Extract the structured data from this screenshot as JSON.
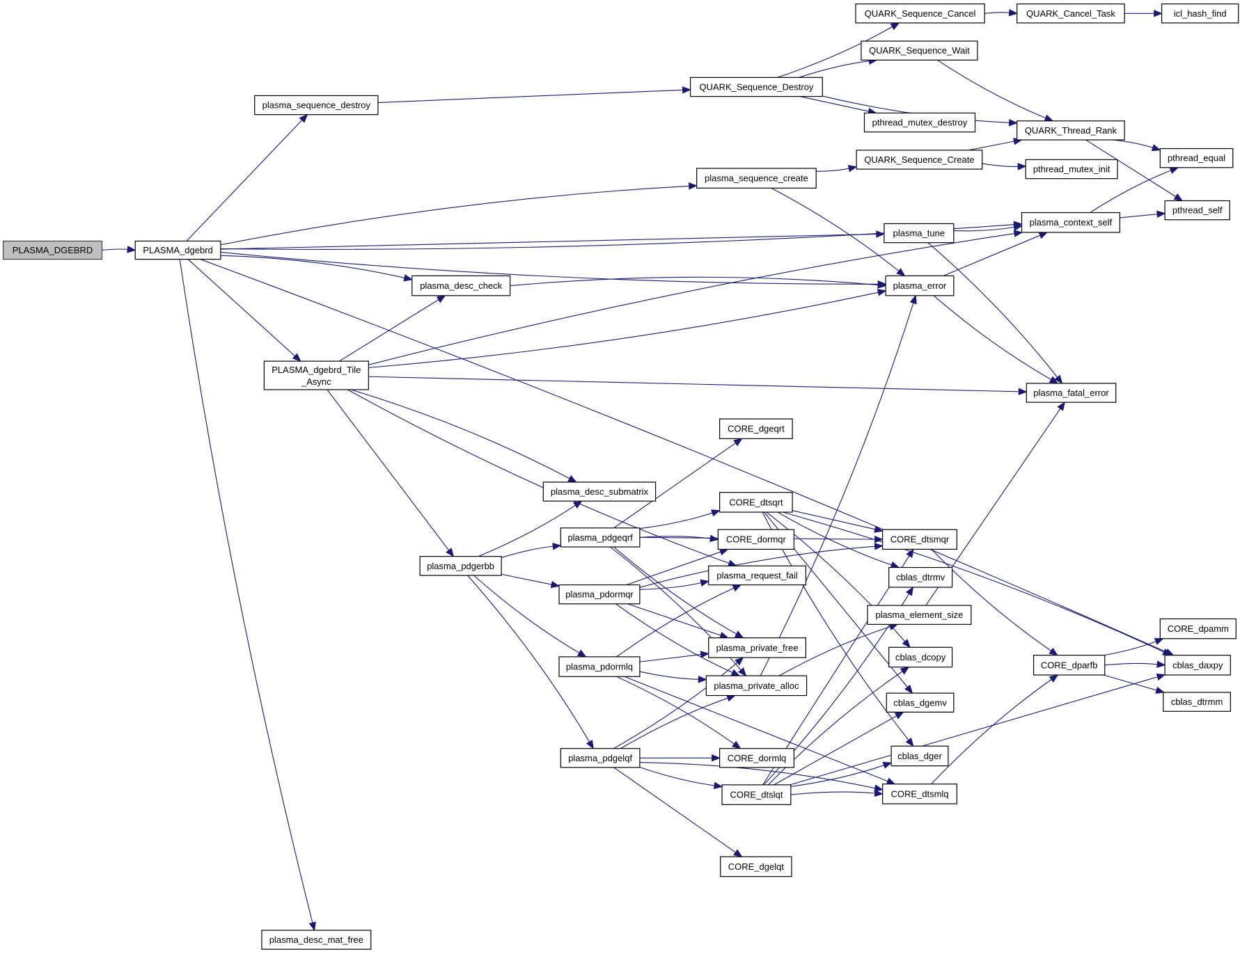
{
  "diagram": {
    "type": "call-graph",
    "colors": {
      "edge": "#191970",
      "root_fill": "#bfbfbf",
      "node_fill": "#ffffff",
      "node_border": "#000000"
    },
    "nodes": [
      {
        "id": "PLASMA_DGEBRD",
        "label": "PLASMA_DGEBRD",
        "root": true
      },
      {
        "id": "PLASMA_dgebrd",
        "label": "PLASMA_dgebrd"
      },
      {
        "id": "plasma_sequence_destroy",
        "label": "plasma_sequence_destroy"
      },
      {
        "id": "QUARK_Sequence_Destroy",
        "label": "QUARK_Sequence_Destroy"
      },
      {
        "id": "QUARK_Sequence_Cancel",
        "label": "QUARK_Sequence_Cancel"
      },
      {
        "id": "QUARK_Cancel_Task",
        "label": "QUARK_Cancel_Task"
      },
      {
        "id": "icl_hash_find",
        "label": "icl_hash_find"
      },
      {
        "id": "QUARK_Sequence_Wait",
        "label": "QUARK_Sequence_Wait"
      },
      {
        "id": "pthread_mutex_destroy",
        "label": "pthread_mutex_destroy"
      },
      {
        "id": "QUARK_Thread_Rank",
        "label": "QUARK_Thread_Rank"
      },
      {
        "id": "pthread_equal",
        "label": "pthread_equal"
      },
      {
        "id": "pthread_self",
        "label": "pthread_self"
      },
      {
        "id": "plasma_sequence_create",
        "label": "plasma_sequence_create"
      },
      {
        "id": "QUARK_Sequence_Create",
        "label": "QUARK_Sequence_Create"
      },
      {
        "id": "pthread_mutex_init",
        "label": "pthread_mutex_init"
      },
      {
        "id": "plasma_context_self",
        "label": "plasma_context_self"
      },
      {
        "id": "plasma_tune",
        "label": "plasma_tune"
      },
      {
        "id": "plasma_error",
        "label": "plasma_error"
      },
      {
        "id": "plasma_desc_check",
        "label": "plasma_desc_check"
      },
      {
        "id": "PLASMA_dgebrd_Tile_Async",
        "label": "PLASMA_dgebrd_Tile",
        "label2": "_Async"
      },
      {
        "id": "plasma_fatal_error",
        "label": "plasma_fatal_error"
      },
      {
        "id": "CORE_dgeqrt",
        "label": "CORE_dgeqrt"
      },
      {
        "id": "plasma_desc_submatrix",
        "label": "plasma_desc_submatrix"
      },
      {
        "id": "CORE_dtsqrt",
        "label": "CORE_dtsqrt"
      },
      {
        "id": "plasma_pdgeqrf",
        "label": "plasma_pdgeqrf"
      },
      {
        "id": "CORE_dormqr",
        "label": "CORE_dormqr"
      },
      {
        "id": "CORE_dtsmqr",
        "label": "CORE_dtsmqr"
      },
      {
        "id": "plasma_pdgerbb",
        "label": "plasma_pdgerbb"
      },
      {
        "id": "plasma_request_fail",
        "label": "plasma_request_fail"
      },
      {
        "id": "cblas_dtrmv",
        "label": "cblas_dtrmv"
      },
      {
        "id": "plasma_pdormqr",
        "label": "plasma_pdormqr"
      },
      {
        "id": "plasma_element_size",
        "label": "plasma_element_size"
      },
      {
        "id": "CORE_dpamm",
        "label": "CORE_dpamm"
      },
      {
        "id": "plasma_private_free",
        "label": "plasma_private_free"
      },
      {
        "id": "plasma_pdormlq",
        "label": "plasma_pdormlq"
      },
      {
        "id": "cblas_dcopy",
        "label": "cblas_dcopy"
      },
      {
        "id": "CORE_dparfb",
        "label": "CORE_dparfb"
      },
      {
        "id": "cblas_daxpy",
        "label": "cblas_daxpy"
      },
      {
        "id": "plasma_private_alloc",
        "label": "plasma_private_alloc"
      },
      {
        "id": "cblas_dtrmm",
        "label": "cblas_dtrmm"
      },
      {
        "id": "cblas_dgemv",
        "label": "cblas_dgemv"
      },
      {
        "id": "plasma_pdgelqf",
        "label": "plasma_pdgelqf"
      },
      {
        "id": "CORE_dormlq",
        "label": "CORE_dormlq"
      },
      {
        "id": "cblas_dger",
        "label": "cblas_dger"
      },
      {
        "id": "CORE_dtslqt",
        "label": "CORE_dtslqt"
      },
      {
        "id": "CORE_dtsmlq",
        "label": "CORE_dtsmlq"
      },
      {
        "id": "CORE_dgelqt",
        "label": "CORE_dgelqt"
      },
      {
        "id": "plasma_desc_mat_free",
        "label": "plasma_desc_mat_free"
      }
    ],
    "edges": [
      [
        "PLASMA_DGEBRD",
        "PLASMA_dgebrd"
      ],
      [
        "PLASMA_dgebrd",
        "plasma_sequence_destroy"
      ],
      [
        "PLASMA_dgebrd",
        "plasma_context_self"
      ],
      [
        "PLASMA_dgebrd",
        "plasma_sequence_create"
      ],
      [
        "PLASMA_dgebrd",
        "plasma_tune"
      ],
      [
        "PLASMA_dgebrd",
        "plasma_error"
      ],
      [
        "PLASMA_dgebrd",
        "plasma_desc_check"
      ],
      [
        "PLASMA_dgebrd",
        "PLASMA_dgebrd_Tile_Async"
      ],
      [
        "PLASMA_dgebrd",
        "plasma_desc_mat_free"
      ],
      [
        "PLASMA_dgebrd",
        "cblas_daxpy"
      ],
      [
        "plasma_sequence_destroy",
        "QUARK_Sequence_Destroy"
      ],
      [
        "QUARK_Sequence_Destroy",
        "QUARK_Sequence_Cancel"
      ],
      [
        "QUARK_Sequence_Destroy",
        "QUARK_Sequence_Wait"
      ],
      [
        "QUARK_Sequence_Destroy",
        "pthread_mutex_destroy"
      ],
      [
        "QUARK_Sequence_Destroy",
        "QUARK_Thread_Rank"
      ],
      [
        "QUARK_Sequence_Cancel",
        "QUARK_Cancel_Task"
      ],
      [
        "QUARK_Cancel_Task",
        "icl_hash_find"
      ],
      [
        "QUARK_Sequence_Wait",
        "QUARK_Thread_Rank"
      ],
      [
        "QUARK_Thread_Rank",
        "pthread_equal"
      ],
      [
        "QUARK_Thread_Rank",
        "pthread_self"
      ],
      [
        "plasma_sequence_create",
        "QUARK_Sequence_Create"
      ],
      [
        "plasma_sequence_create",
        "plasma_error"
      ],
      [
        "QUARK_Sequence_Create",
        "QUARK_Thread_Rank"
      ],
      [
        "QUARK_Sequence_Create",
        "pthread_mutex_init"
      ],
      [
        "plasma_context_self",
        "pthread_equal"
      ],
      [
        "plasma_context_self",
        "pthread_self"
      ],
      [
        "plasma_tune",
        "plasma_context_self"
      ],
      [
        "plasma_tune",
        "plasma_fatal_error"
      ],
      [
        "plasma_error",
        "plasma_context_self"
      ],
      [
        "plasma_error",
        "plasma_fatal_error"
      ],
      [
        "plasma_desc_check",
        "plasma_error"
      ],
      [
        "PLASMA_dgebrd_Tile_Async",
        "plasma_desc_check"
      ],
      [
        "PLASMA_dgebrd_Tile_Async",
        "plasma_error"
      ],
      [
        "PLASMA_dgebrd_Tile_Async",
        "plasma_context_self"
      ],
      [
        "PLASMA_dgebrd_Tile_Async",
        "plasma_fatal_error"
      ],
      [
        "PLASMA_dgebrd_Tile_Async",
        "plasma_request_fail"
      ],
      [
        "PLASMA_dgebrd_Tile_Async",
        "plasma_desc_submatrix"
      ],
      [
        "PLASMA_dgebrd_Tile_Async",
        "plasma_pdgerbb"
      ],
      [
        "plasma_pdgerbb",
        "plasma_desc_submatrix"
      ],
      [
        "plasma_pdgerbb",
        "plasma_pdgeqrf"
      ],
      [
        "plasma_pdgerbb",
        "plasma_pdormqr"
      ],
      [
        "plasma_pdgerbb",
        "plasma_pdormlq"
      ],
      [
        "plasma_pdgerbb",
        "plasma_pdgelqf"
      ],
      [
        "plasma_pdgeqrf",
        "CORE_dgeqrt"
      ],
      [
        "plasma_pdgeqrf",
        "CORE_dtsqrt"
      ],
      [
        "plasma_pdgeqrf",
        "CORE_dormqr"
      ],
      [
        "plasma_pdgeqrf",
        "CORE_dtsmqr"
      ],
      [
        "plasma_pdgeqrf",
        "plasma_private_free"
      ],
      [
        "plasma_pdgeqrf",
        "plasma_private_alloc"
      ],
      [
        "plasma_pdormqr",
        "CORE_dormqr"
      ],
      [
        "plasma_pdormqr",
        "plasma_request_fail"
      ],
      [
        "plasma_pdormqr",
        "CORE_dtsmqr"
      ],
      [
        "plasma_pdormqr",
        "plasma_private_free"
      ],
      [
        "plasma_pdormqr",
        "plasma_private_alloc"
      ],
      [
        "plasma_pdormlq",
        "plasma_request_fail"
      ],
      [
        "plasma_pdormlq",
        "plasma_private_free"
      ],
      [
        "plasma_pdormlq",
        "plasma_private_alloc"
      ],
      [
        "plasma_pdormlq",
        "CORE_dormlq"
      ],
      [
        "plasma_pdormlq",
        "CORE_dtsmlq"
      ],
      [
        "plasma_pdgelqf",
        "plasma_private_free"
      ],
      [
        "plasma_pdgelqf",
        "plasma_private_alloc"
      ],
      [
        "plasma_pdgelqf",
        "CORE_dormlq"
      ],
      [
        "plasma_pdgelqf",
        "CORE_dtslqt"
      ],
      [
        "plasma_pdgelqf",
        "CORE_dtsmlq"
      ],
      [
        "plasma_pdgelqf",
        "CORE_dgelqt"
      ],
      [
        "plasma_private_alloc",
        "plasma_error"
      ],
      [
        "plasma_private_alloc",
        "plasma_element_size"
      ],
      [
        "CORE_dtsqrt",
        "CORE_dtsmqr"
      ],
      [
        "CORE_dtsqrt",
        "cblas_dtrmv"
      ],
      [
        "CORE_dtsqrt",
        "cblas_dcopy"
      ],
      [
        "CORE_dtsqrt",
        "cblas_dgemv"
      ],
      [
        "CORE_dtsqrt",
        "cblas_dger"
      ],
      [
        "CORE_dtsqrt",
        "cblas_daxpy"
      ],
      [
        "CORE_dtslqt",
        "CORE_dtsmqr"
      ],
      [
        "CORE_dtslqt",
        "cblas_dtrmv"
      ],
      [
        "CORE_dtslqt",
        "cblas_dcopy"
      ],
      [
        "CORE_dtslqt",
        "cblas_dgemv"
      ],
      [
        "CORE_dtslqt",
        "cblas_dger"
      ],
      [
        "CORE_dtslqt",
        "CORE_dtsmlq"
      ],
      [
        "CORE_dtslqt",
        "cblas_daxpy"
      ],
      [
        "CORE_dtsmqr",
        "CORE_dparfb"
      ],
      [
        "CORE_dtsmlq",
        "CORE_dparfb"
      ],
      [
        "plasma_element_size",
        "plasma_fatal_error"
      ],
      [
        "CORE_dparfb",
        "CORE_dpamm"
      ],
      [
        "CORE_dparfb",
        "cblas_daxpy"
      ],
      [
        "CORE_dparfb",
        "cblas_dtrmm"
      ]
    ]
  }
}
